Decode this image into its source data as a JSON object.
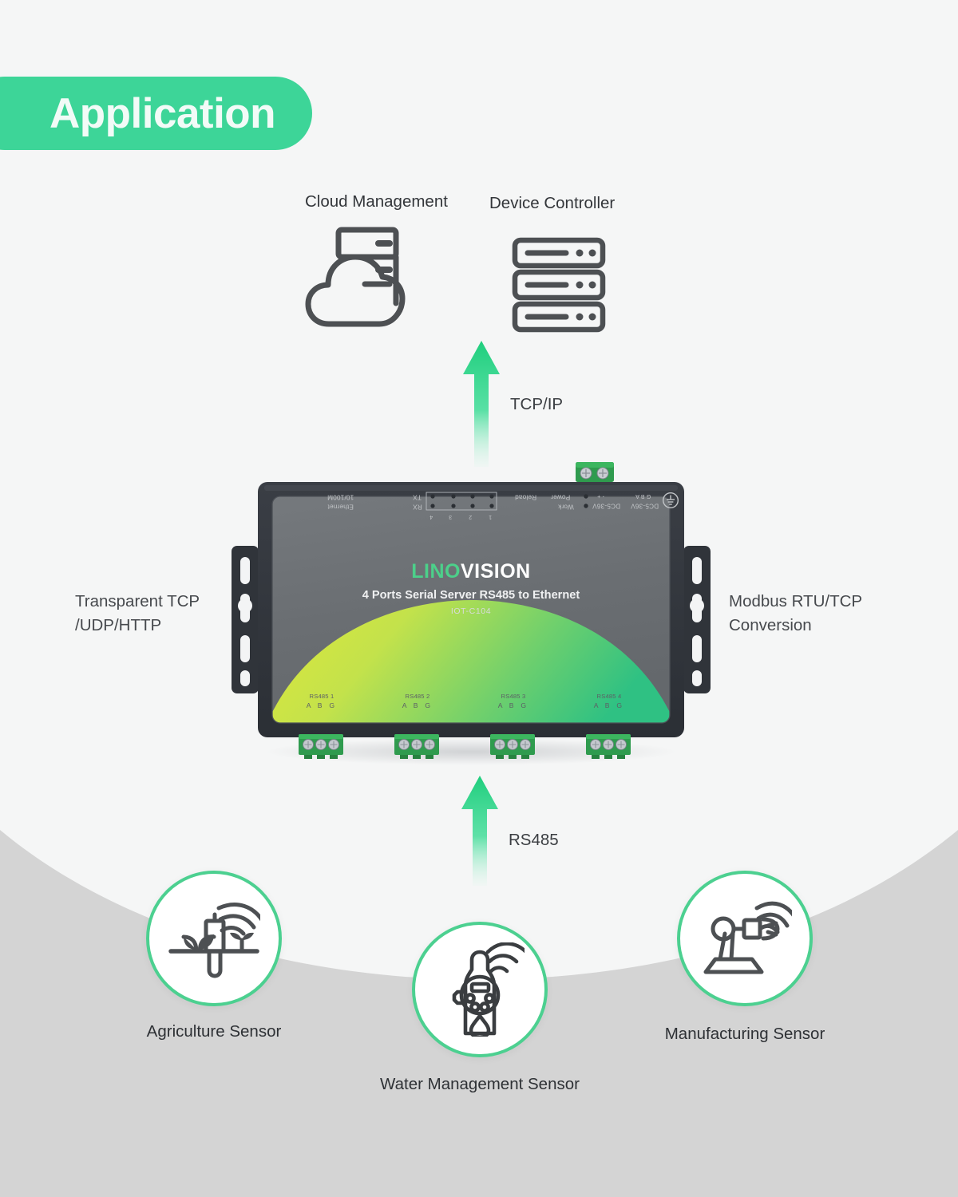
{
  "badge": {
    "label": "Application"
  },
  "top_nodes": [
    {
      "id": "cloud-management",
      "label": "Cloud Management",
      "icon": "cloud-server-icon"
    },
    {
      "id": "device-controller",
      "label": "Device Controller",
      "icon": "server-rack-icon"
    }
  ],
  "flows": [
    {
      "id": "tcpip",
      "label": "TCP/IP",
      "direction": "up",
      "color": "#26d07c"
    },
    {
      "id": "rs485",
      "label": "RS485",
      "direction": "up",
      "color": "#26d07c"
    }
  ],
  "side_labels": {
    "left": {
      "line1": "Transparent TCP",
      "line2": "/UDP/HTTP"
    },
    "right": {
      "line1": "Modbus RTU/TCP",
      "line2": "Conversion"
    }
  },
  "device": {
    "brand_prefix": "LINO",
    "brand_suffix": "VISION",
    "model_name": "4 Ports Serial Server RS485 to Ethernet",
    "model_code": "IOT-C104",
    "top_panel": {
      "ethernet": {
        "speed": "10/100M",
        "name": "Ethernet"
      },
      "tx_label": "TX",
      "rx_label": "RX",
      "port_numbers": [
        "1",
        "2",
        "3",
        "4"
      ],
      "leds": [
        {
          "label": "Reload"
        },
        {
          "label": "Power"
        },
        {
          "label": "Work"
        }
      ],
      "power_left": {
        "name": "DC5-36V",
        "pins": "- +"
      },
      "power_right": {
        "name": "DC5-36V",
        "pins": "G B A"
      },
      "ground_icon": "earth-ground-icon"
    },
    "rs485_ports": [
      {
        "name": "RS485 1",
        "pins": "A B G"
      },
      {
        "name": "RS485 2",
        "pins": "A B G"
      },
      {
        "name": "RS485 3",
        "pins": "A B G"
      },
      {
        "name": "RS485 4",
        "pins": "A B G"
      }
    ],
    "colors": {
      "body": "#32363c",
      "faceplate": "#6a6e72",
      "arc_left": "#d6e63f",
      "arc_right": "#3fc97e",
      "terminal_green": "#2f9e4f"
    }
  },
  "sensors": [
    {
      "id": "agriculture",
      "label": "Agriculture Sensor",
      "icon": "agriculture-sensor-icon"
    },
    {
      "id": "water",
      "label": "Water Management Sensor",
      "icon": "water-meter-icon"
    },
    {
      "id": "manufacturing",
      "label": "Manufacturing Sensor",
      "icon": "robot-arm-icon"
    }
  ],
  "theme": {
    "accent_green": "#3dd598",
    "bg_light": "#f5f6f6",
    "bg_grey": "#d4d4d4",
    "text_dark": "#33363a"
  }
}
